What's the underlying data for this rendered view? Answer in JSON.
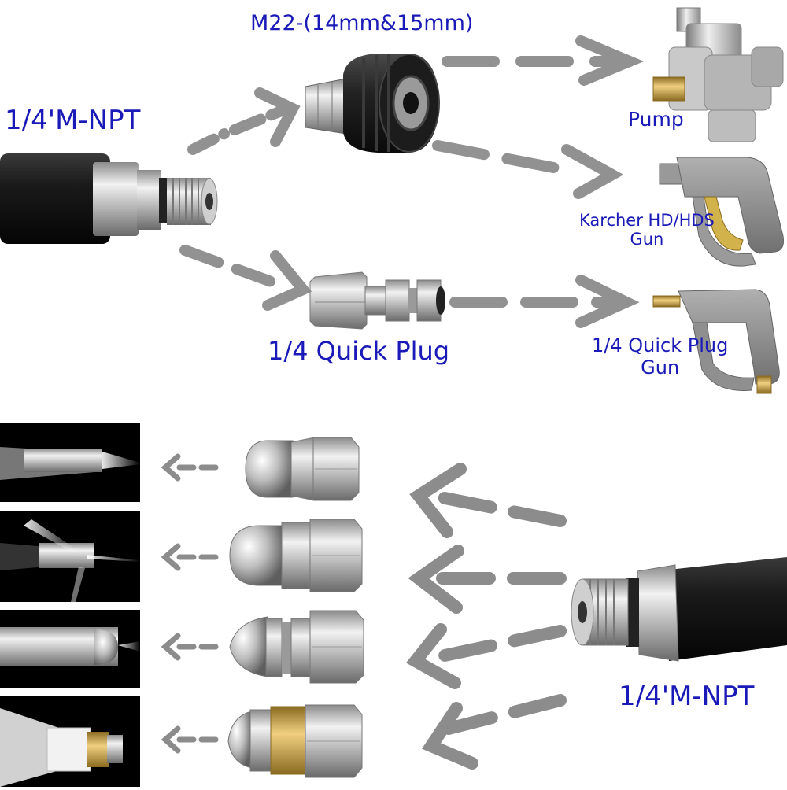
{
  "labels": {
    "top_hose": "1/4'M-NPT",
    "m22_adapter": "M22-(14mm&15mm)",
    "pump": "Pump",
    "karcher_line1": "Karcher HD/HDS",
    "karcher_line2": "Gun",
    "quick_plug": "1/4 Quick Plug",
    "quick_plug_gun_line1": "1/4 Quick Plug",
    "quick_plug_gun_line2": "Gun",
    "bottom_hose": "1/4'M-NPT"
  },
  "colors": {
    "label_blue": "#1a1ab8",
    "arrow_gray": "#8c8c8c",
    "hose_black": "#141414",
    "metal_light": "#e6e6e6",
    "metal_mid": "#a9a9a9",
    "brass": "#c8a24a",
    "photo_bg": "#000000"
  },
  "icons": [
    "hose-fitting-npt-male",
    "m22-coupler",
    "pump",
    "karcher-spray-gun",
    "quick-plug-adapter",
    "quick-plug-spray-gun",
    "sewer-nozzle-round",
    "sewer-nozzle-button",
    "sewer-nozzle-bullet",
    "sewer-nozzle-rotating-brass"
  ]
}
